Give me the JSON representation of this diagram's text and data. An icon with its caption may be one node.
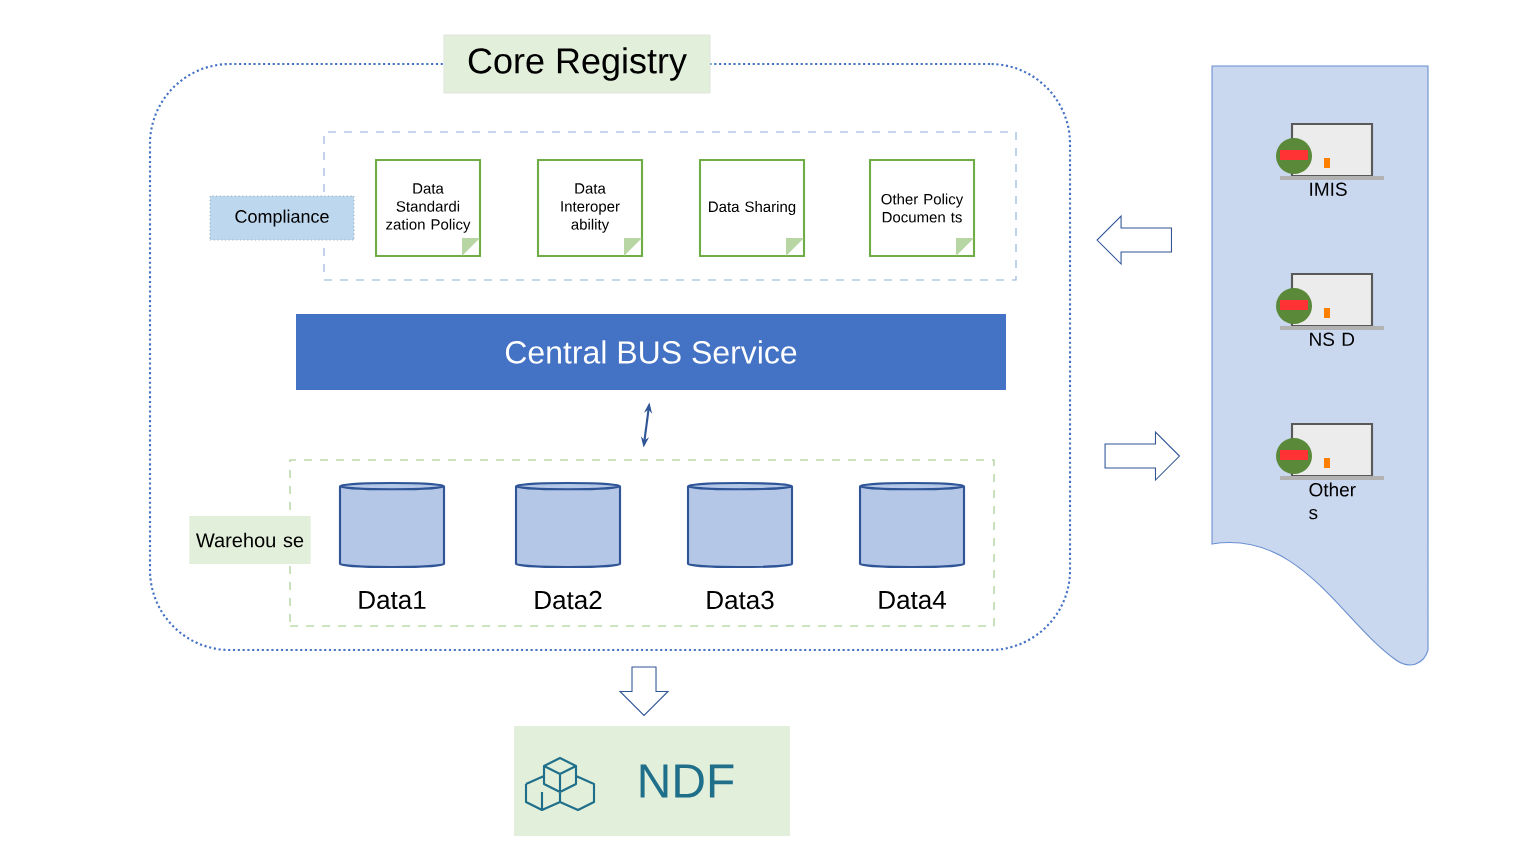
{
  "diagram": {
    "nodes": [
      {
        "text": [
          "Core Registry"
        ]
      },
      {
        "text": [
          "Compliance"
        ],
        "in": 0
      },
      {
        "text": [
          "Data Standardi zation Policy"
        ],
        "in": 1
      },
      {
        "text": [
          "Data Interoper ability"
        ],
        "in": 1
      },
      {
        "text": [
          "Data Sharing"
        ],
        "in": 1
      },
      {
        "text": [
          "Other Policy Documen ts"
        ],
        "in": 1
      },
      {
        "text": [
          "Central BUS Service"
        ],
        "in": 0
      },
      {
        "text": [
          "Warehou se"
        ],
        "in": 0
      },
      {
        "text": [
          "Data1"
        ],
        "in": 7
      },
      {
        "text": [
          "Data2"
        ],
        "in": 7
      },
      {
        "text": [
          "Data3"
        ],
        "in": 7
      },
      {
        "text": [
          "Data4"
        ],
        "in": 7
      },
      {
        "text": [],
        "shape": "box"
      },
      {
        "text": [
          "IMIS"
        ],
        "in": 12
      },
      {
        "text": [
          "NS D"
        ],
        "in": 12
      },
      {
        "text": [
          "Other s"
        ],
        "in": 12
      },
      {
        "text": [
          "NDF"
        ]
      }
    ],
    "edges": [
      {
        "from": 6,
        "to": 7,
        "arrow": "both"
      },
      {
        "from": 12,
        "to": 0,
        "arrow": "to"
      },
      {
        "from": 0,
        "to": 12,
        "arrow": "to"
      },
      {
        "from": 0,
        "to": 16,
        "arrow": "to"
      }
    ]
  }
}
